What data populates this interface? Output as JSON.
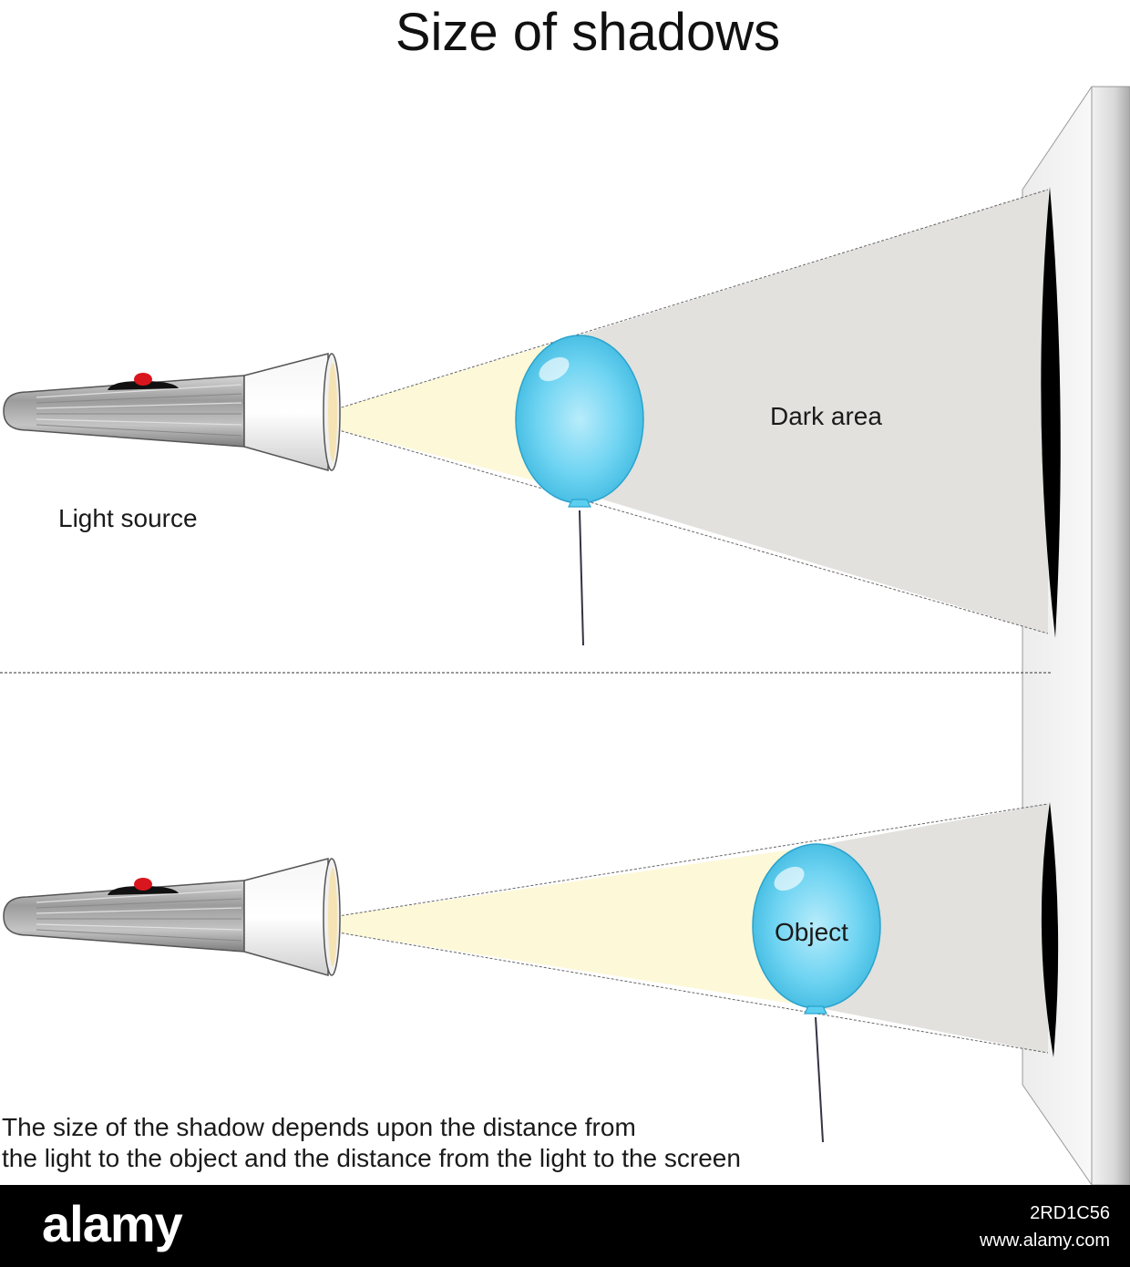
{
  "title": "Size of shadows",
  "labels": {
    "light_source": "Light source",
    "dark_area": "Dark area",
    "object": "Object"
  },
  "caption": {
    "line1": "The size of the shadow depends upon the distance from",
    "line2": "the light to the object and the distance from the light to the screen"
  },
  "footer": {
    "logo": "alamy",
    "image_id": "2RD1C56",
    "url": "www.alamy.com"
  },
  "colors": {
    "balloon": "#5ccff0",
    "shadow": "#000000",
    "dark_area": "#e2e1de",
    "light_beam": "#fdf8d8",
    "flashlight_body": "#a9a9a9",
    "flashlight_button": "#d9161d"
  },
  "icons": [
    "flashlight-icon",
    "balloon-icon",
    "screen-icon"
  ]
}
